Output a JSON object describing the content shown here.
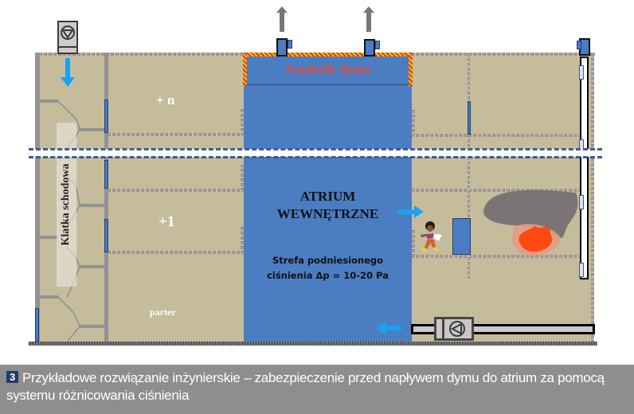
{
  "diagram": {
    "stairwell_label": "Klatka schodowa",
    "floor_labels": {
      "top": "+ n",
      "first": "+1",
      "ground": "parter"
    },
    "smoke_reservoir_label": "Zasobnik dymu",
    "atrium_title_line1": "ATRIUM",
    "atrium_title_line2": "WEWNĘTRZNE",
    "pressure_zone_line1": "Strefa podniesionego",
    "pressure_zone_line2": "ciśnienia Δp = 10-20 Pa",
    "icons": {
      "stairwell_fan": "fan-down-icon",
      "supply_fan": "fan-left-icon",
      "exhaust_arrows": "arrow-up-icon",
      "air_flow": "arrow-blue-icon",
      "person": "running-person-icon",
      "fire": "fire-smoke-icon"
    },
    "colors": {
      "atrium": "#4b7dc3",
      "floor": "#c5bc9c",
      "smoke_label": "#e24a3a",
      "air_arrow": "#1aa3f0",
      "caption_bg": "#908d8d",
      "badge_bg": "#1f3b6b"
    }
  },
  "caption": {
    "number": "3",
    "text": "Przykładowe rozwiązanie inżynierskie – zabezpieczenie przed napływem dymu do atrium za pomocą systemu różnicowania ciśnienia"
  }
}
